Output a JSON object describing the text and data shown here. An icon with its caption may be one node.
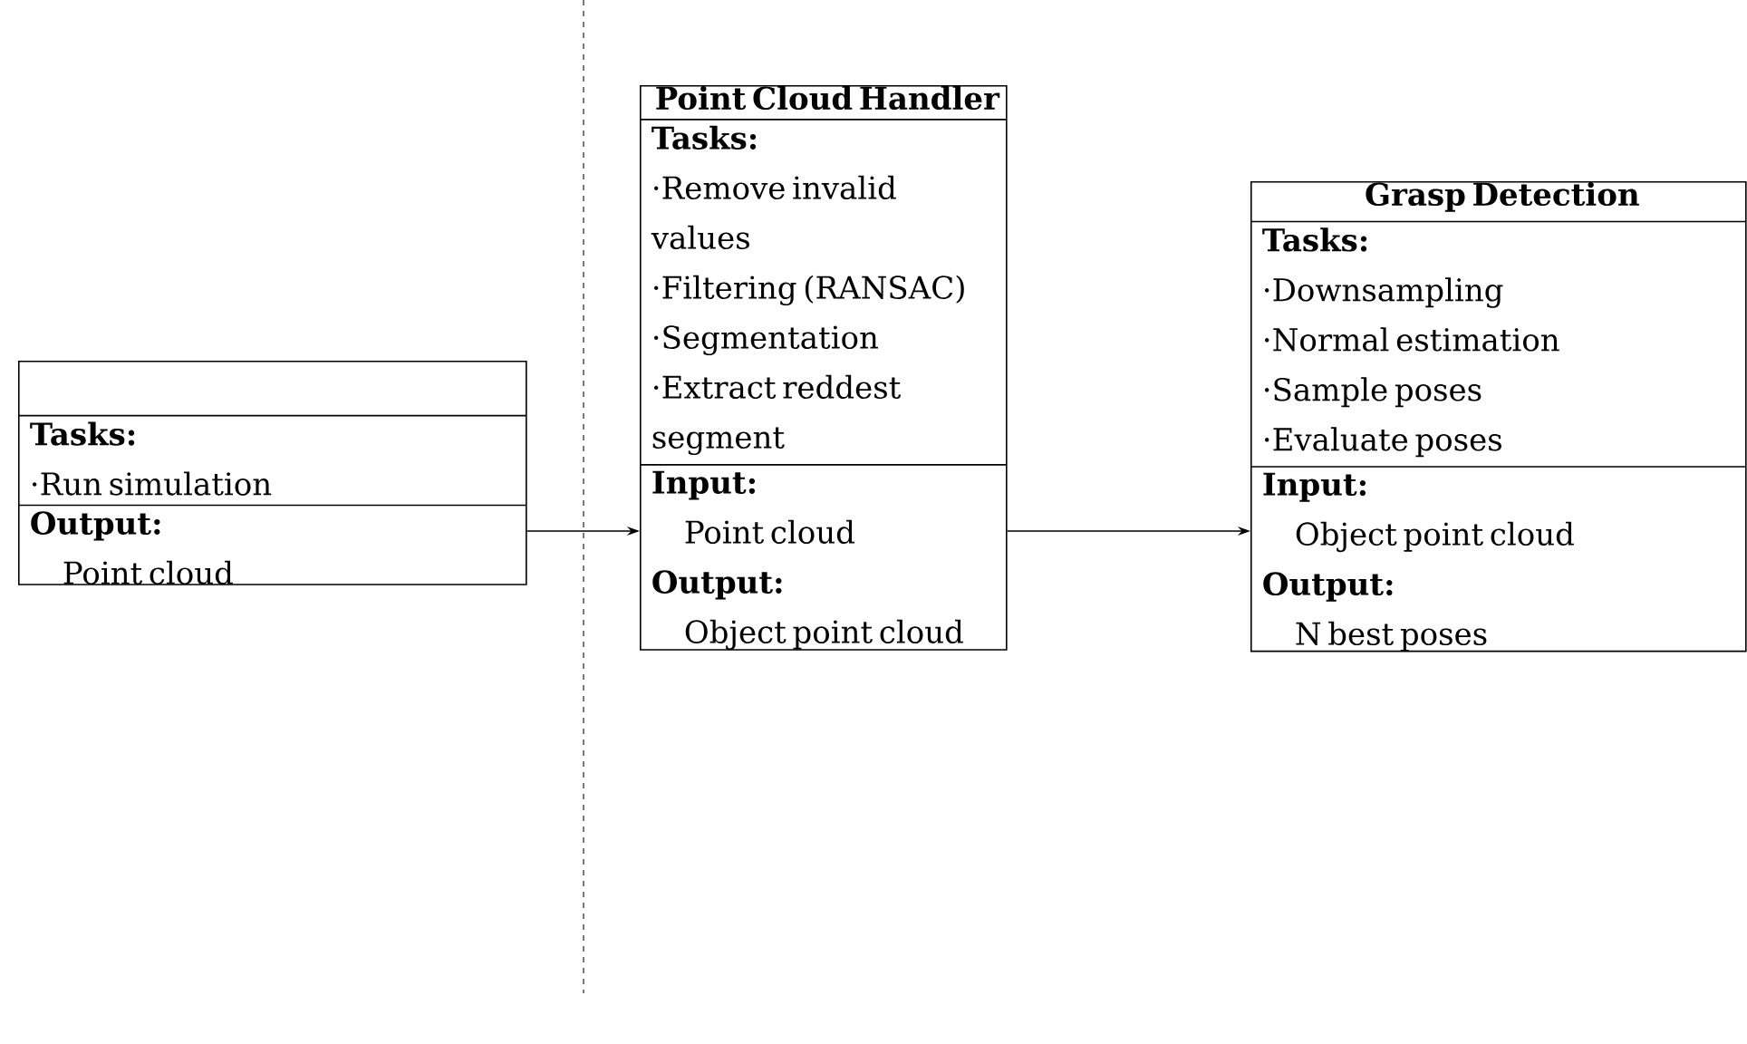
{
  "diagram": {
    "nodes": [
      {
        "text": [
          "Tasks:",
          "·Run simulation",
          "Output:",
          "Point cloud"
        ]
      },
      {
        "text": [
          "Point Cloud Handler",
          "Tasks:",
          "·Remove invalid values",
          "·Filtering (RANSAC)",
          "·Segmentation",
          "·Extract reddest segment",
          "Input:",
          "Point cloud",
          "Output:",
          "Object point cloud"
        ]
      },
      {
        "text": [
          "Grasp Detection",
          "Tasks:",
          "·Downsampling",
          "·Normal estimation",
          "·Sample poses",
          "·Evaluate poses",
          "Input:",
          "Object point cloud",
          "Output:",
          "N best poses"
        ]
      }
    ],
    "edges": [
      {
        "from": 0,
        "to": 1,
        "arrow": "to"
      },
      {
        "from": 1,
        "to": 2,
        "arrow": "to"
      }
    ]
  }
}
